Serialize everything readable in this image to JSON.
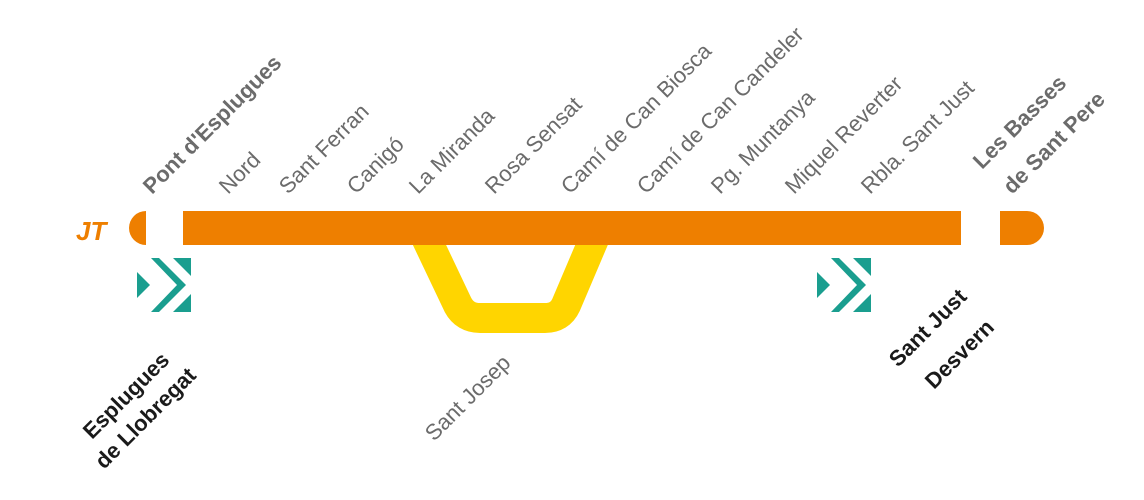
{
  "line": {
    "code": "JT",
    "color": "#EE7F00",
    "branch_color": "#FFD500"
  },
  "interchange_icon": {
    "name": "interchange-icon",
    "color": "#1A9E8F"
  },
  "stations": {
    "pont_desplugues": "Pont d'Esplugues",
    "nord": "Nord",
    "sant_ferran": "Sant Ferran",
    "canigo": "Canigó",
    "la_miranda": "La Miranda",
    "rosa_sensat": "Rosa Sensat",
    "cami_can_biosca": "Camí de Can Biosca",
    "cami_can_candeler": "Camí de Can Candeler",
    "pg_muntanya": "Pg. Muntanya",
    "miquel_reverter": "Miquel Reverter",
    "rbla_sant_just": "Rbla. Sant Just",
    "les_basses_line1": "Les Basses",
    "les_basses_line2": "de Sant Pere",
    "sant_josep": "Sant Josep",
    "esplugues_line1": "Esplugues",
    "esplugues_line2": "de Llobregat",
    "sant_just_line1": "Sant Just",
    "sant_just_line2": "Desvern"
  }
}
